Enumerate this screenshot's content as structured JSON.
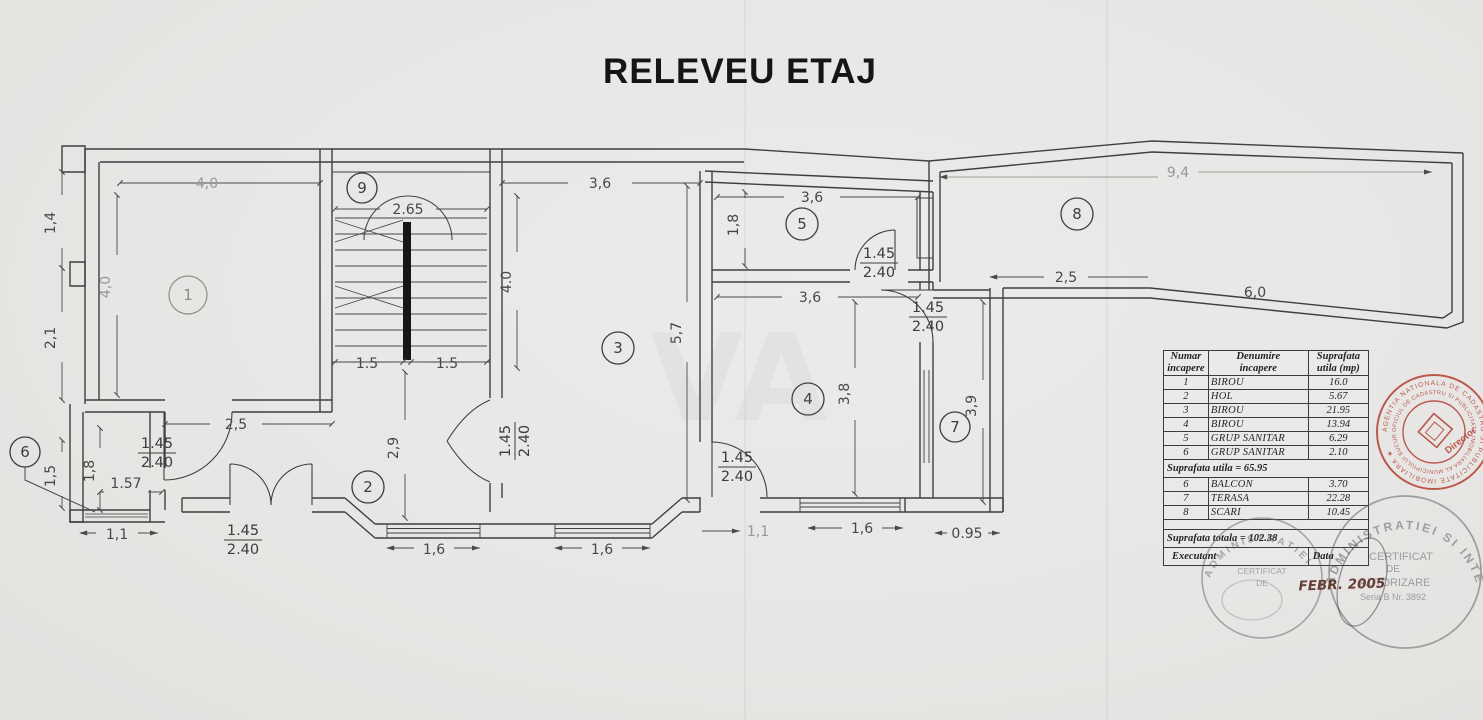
{
  "title": "RELEVEU ETAJ",
  "colors": {
    "ink": "#3f3f3f",
    "stamp_red": "#b23a2c",
    "stamp_gray": "#6a6a72",
    "date_red": "#5a2d26"
  },
  "rooms": {
    "n1": "1",
    "n2": "2",
    "n3": "3",
    "n4": "4",
    "n5": "5",
    "n6": "6",
    "n7": "7",
    "n8": "8",
    "n9": "9",
    "c6": "6"
  },
  "door_label": {
    "num": "1.45",
    "den": "2.40"
  },
  "dims": {
    "r1top": "4,0",
    "r1left": "4,0",
    "r1bot": "2,5",
    "l14": "1,4",
    "l21": "2,1",
    "l15": "1,5",
    "st265": "2.65",
    "st15a": "1.5",
    "st15b": "1.5",
    "r3top": "3,6",
    "r3left": "4.0",
    "r3right": "5,7",
    "r2v": "2,9",
    "b18": "1,8",
    "b157": "1.57",
    "b11": "1,1",
    "bay16a": "1,6",
    "bay16b": "1,6",
    "r5top": "3,6",
    "r5left": "1,8",
    "r4top": "3,6",
    "r4right": "3,8",
    "r7v": "3,9",
    "bot11": "1,1",
    "bot16": "1,6",
    "bot095": "0.95",
    "t94": "9,4",
    "t25": "2,5",
    "t60": "6,0"
  },
  "table": {
    "h": {
      "n1": "Numar",
      "n2": "incapere",
      "d1": "Denumire",
      "d2": "incapere",
      "s1": "Suprafata",
      "s2": "utila (mp)"
    },
    "rows": [
      {
        "n": "1",
        "name": "BIROU",
        "area": "16.0"
      },
      {
        "n": "2",
        "name": "HOL",
        "area": "5.67"
      },
      {
        "n": "3",
        "name": "BIROU",
        "area": "21.95"
      },
      {
        "n": "4",
        "name": "BIROU",
        "area": "13.94"
      },
      {
        "n": "5",
        "name": "GRUP SANITAR",
        "area": "6.29"
      },
      {
        "n": "6",
        "name": "GRUP SANITAR",
        "area": "2.10"
      }
    ],
    "subtotal": "Suprafata utila = 65.95",
    "annex": [
      {
        "n": "6",
        "name": "BALCON",
        "area": "3.70"
      },
      {
        "n": "7",
        "name": "TERASA",
        "area": "22.28"
      },
      {
        "n": "8",
        "name": "SCARI",
        "area": "10.45"
      }
    ],
    "total": "Suprafata totala = 102.38",
    "executant": "Executant",
    "data_label": "Data"
  },
  "stamps": {
    "red_outer": "AGENTIA NATIONALA DE CADASTRU SI PUBLICITATE IMOBILIARA ★",
    "red_inner": "OFICIUL DE CADASTRU SI PUBLICITATE IMOBILIARA AL MUNICIPIULUI BUCURESTI ★",
    "director": "Director",
    "arc_left": "ADMINISTRATIEI",
    "arc_right": "ADMINISTRATIEI  SI  INTER",
    "cert1": "CERTIFICAT",
    "cert2": "DE",
    "cert3": "AUTORIZARE",
    "cert4": "Seria B Nr. 3892",
    "date": "FEBR. 2005"
  }
}
